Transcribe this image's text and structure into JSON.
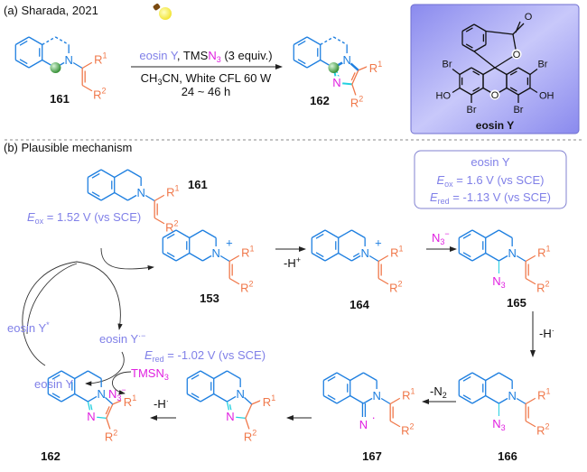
{
  "colors": {
    "bond": "#1e7fe0",
    "orange": "#f0784a",
    "lavender": "#8080e8",
    "magenta": "#e020e0",
    "cyan": "#22d0e0",
    "green": "#3a9a3a",
    "box": "#9c9cf0"
  },
  "part_a": {
    "title": "(a) Sharada, 2021",
    "reagent_1": "eosin Y",
    "reagent_sep": ", TMS",
    "reagent_n": "N",
    "reagent_n_sub": "3",
    "reagent_equiv": " (3 equiv.)",
    "solvent_ch": "CH",
    "solvent_sub": "3",
    "solvent_rest": "CN, White CFL 60 W",
    "time": "24 ~ 46 h",
    "start_label": "161",
    "product_label": "162",
    "catalyst_label": "eosin Y",
    "catalyst_atoms": {
      "br": "Br",
      "ho": "HO",
      "oh": "OH",
      "o": "O"
    }
  },
  "part_b": {
    "title": "(b) Plausible mechanism",
    "box": {
      "line1": "eosin Y",
      "e": "E",
      "ox": "ox",
      "line2": " = 1.6 V (vs SCE)",
      "red": "red",
      "line3": " = -1.13 V (vs SCE)"
    },
    "sub_eox": {
      "e": "E",
      "ox": "ox",
      "value": " = 1.52 V (vs SCE)"
    },
    "ered": {
      "e": "E",
      "red": "red",
      "value": " = -1.02 V (vs SCE)"
    },
    "eosin_excited": "eosin Y",
    "eosin_excited_sup": "*",
    "eosin_radical": "eosin Y",
    "eosin_radical_sup": "·−",
    "eosin_ground": "eosin Y",
    "tmsn3": "TMSN",
    "tmsn3_sub": "3",
    "n3": "N",
    "n3_sub": "3",
    "n3_sup": "−",
    "step_h_plus": "-H",
    "step_h_plus_sup": "+",
    "step_n3": "N",
    "step_n3_sub": "3",
    "step_n3_sup": "−",
    "step_h_rad": "-H",
    "step_h_rad_sup": "·",
    "step_n2": "-N",
    "step_n2_sub": "2",
    "step_h_rad2": "-H",
    "step_h_rad2_sup": "·",
    "labels": {
      "c161": "161",
      "c153": "153",
      "c164": "164",
      "c165": "165",
      "c166": "166",
      "c167": "167",
      "c162": "162"
    }
  },
  "atoms": {
    "N": "N",
    "Nplus": "+",
    "R1": "R",
    "R1_sup": "1",
    "R2": "R",
    "R2_sup": "2",
    "N3": "N",
    "N3_sub": "3",
    "Ndot": "·"
  }
}
